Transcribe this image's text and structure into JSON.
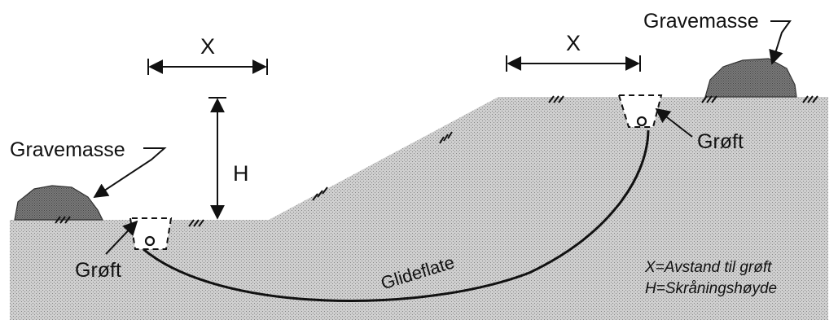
{
  "diagram": {
    "dimension_x_left": "X",
    "dimension_x_right": "X",
    "dimension_h": "H",
    "spoil_left": "Gravemasse",
    "spoil_right": "Gravemasse",
    "ditch_left": "Grøft",
    "ditch_right": "Grøft",
    "slip_surface": "Glideflate",
    "legend_line1": "X=Avstand til grøft",
    "legend_line2": "H=Skråningshøyde"
  },
  "colors": {
    "ground": "#c8c8c8",
    "spoil": "#6e6e6e",
    "lines": "#111111"
  }
}
